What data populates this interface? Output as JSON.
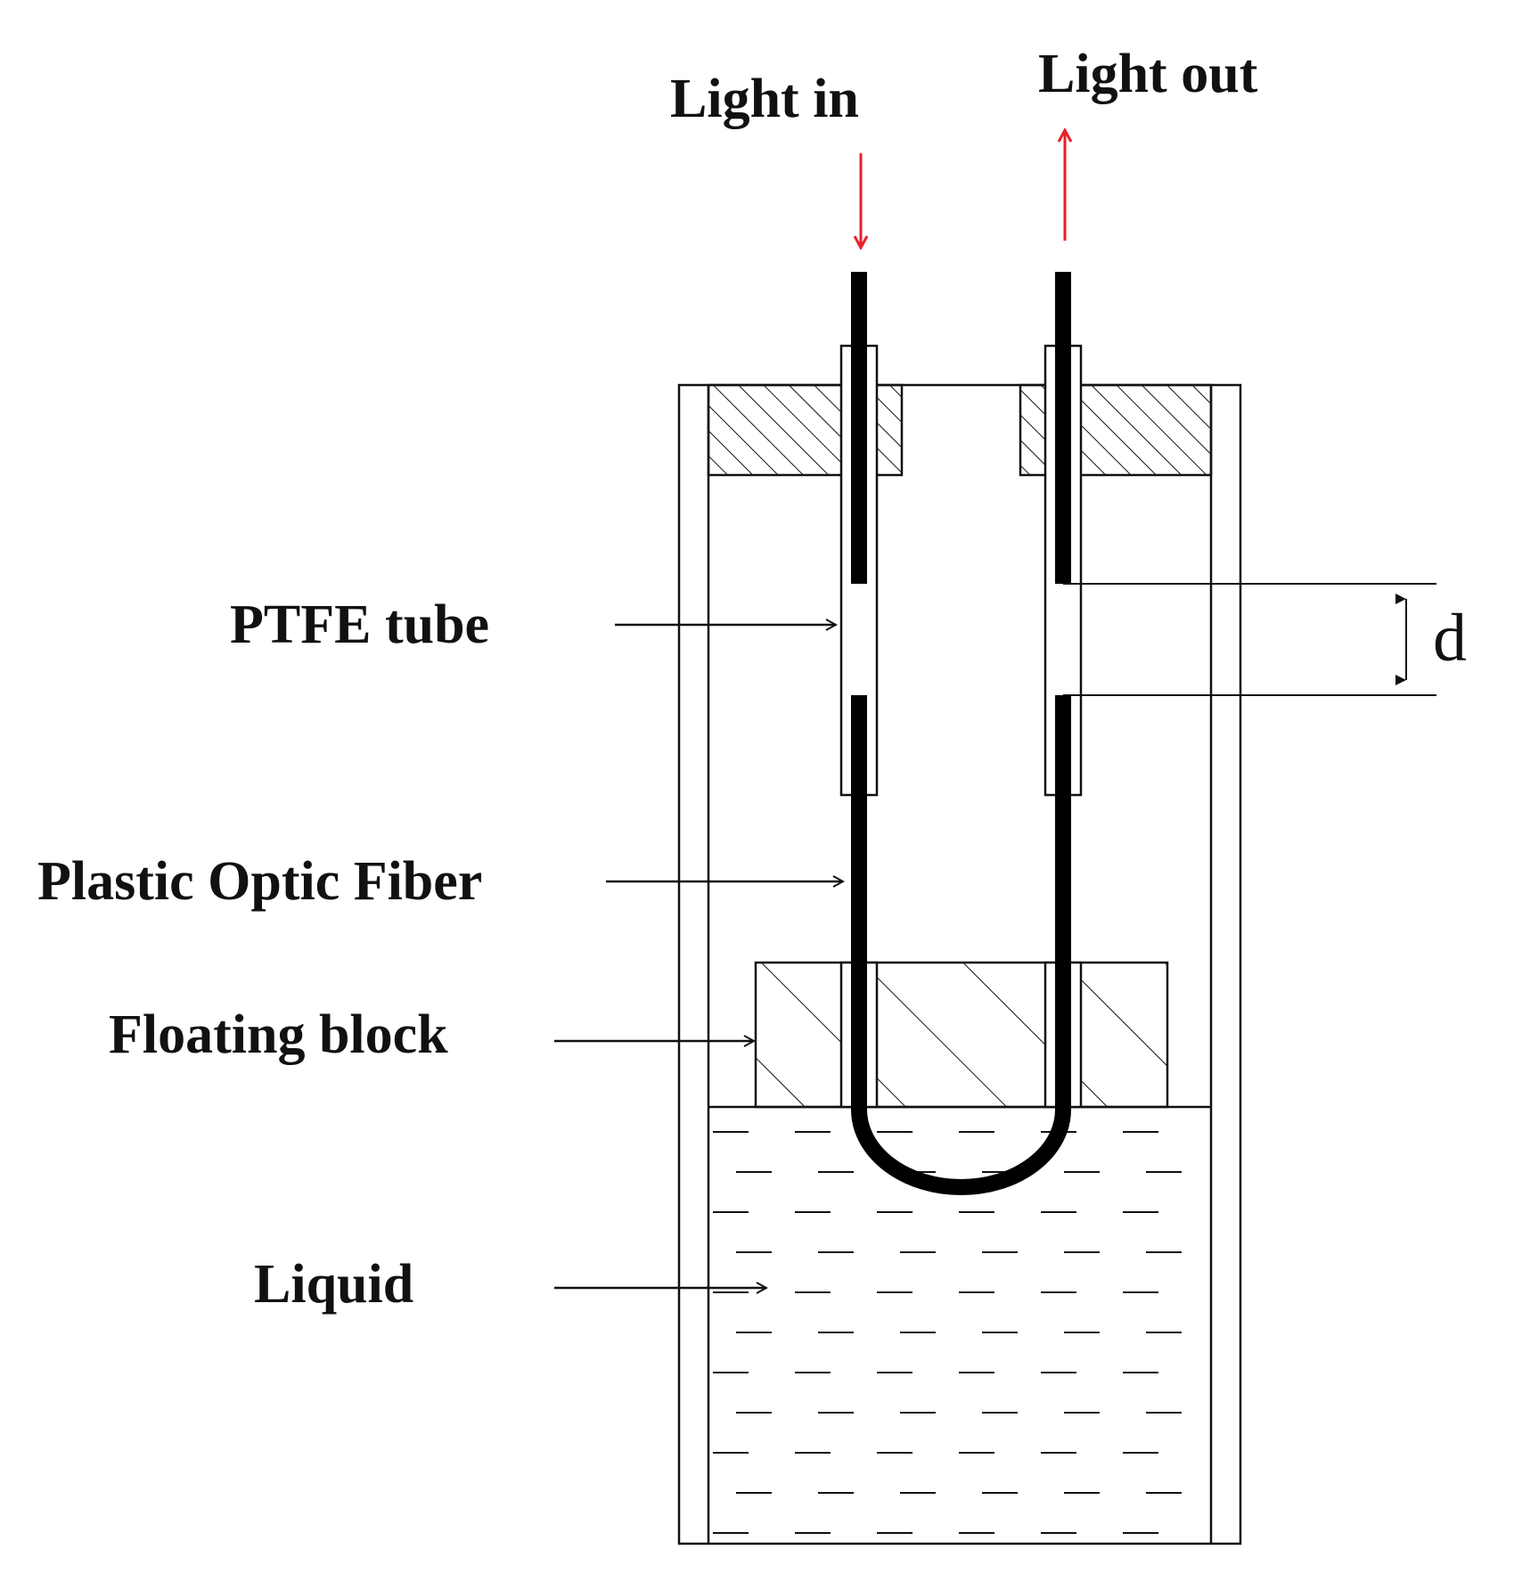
{
  "labels": {
    "light_in": "Light in",
    "light_out": "Light out",
    "ptfe_tube": "PTFE tube",
    "plastic_optic_fiber": "Plastic Optic Fiber",
    "floating_block": "Floating block",
    "liquid": "Liquid",
    "gap": "d"
  },
  "colors": {
    "light_arrow": "#e8202a",
    "outline": "#111111",
    "fiber": "#000000"
  }
}
